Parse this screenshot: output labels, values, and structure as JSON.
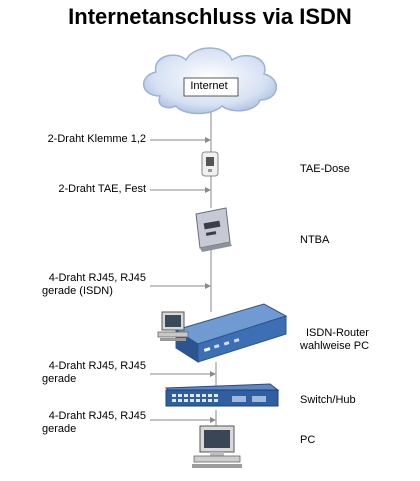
{
  "title": "Internetanschluss via ISDN",
  "nodes": {
    "internet": "Internet",
    "tae": "TAE-Dose",
    "ntba": "NTBA",
    "router_line1": "ISDN-Router",
    "router_line2": "wahlweise PC",
    "switch": "Switch/Hub",
    "pc": "PC"
  },
  "connections": {
    "c1": "2-Draht Klemme 1,2",
    "c2": "2-Draht TAE, Fest",
    "c3_line1": "4-Draht RJ45, RJ45",
    "c3_line2": "gerade (ISDN)",
    "c4_line1": "4-Draht RJ45, RJ45",
    "c4_line2": "gerade",
    "c5_line1": "4-Draht RJ45, RJ45",
    "c5_line2": "gerade"
  },
  "colors": {
    "line": "#8a8a8a",
    "cloud": "#c9d7ef",
    "router": "#3d6fb4",
    "switch": "#2f5f9f"
  }
}
